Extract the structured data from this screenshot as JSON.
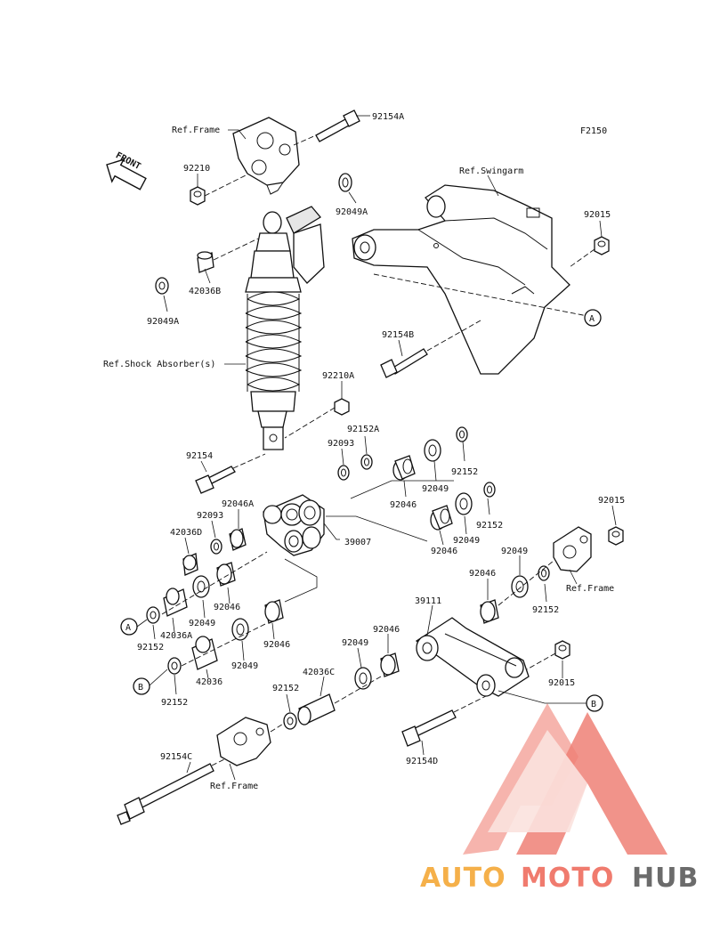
{
  "diagram_code": "F2150",
  "front_label": "FRONT",
  "watermark": {
    "word_a": "AUTO",
    "word_b": "MOTO",
    "word_c": "HUB",
    "color_a": "#f5b04a",
    "color_b": "#f07b6e",
    "color_c": "#6b6b6b"
  },
  "labels": {
    "ref_frame_top": "Ref.Frame",
    "p92154A": "92154A",
    "p92210": "92210",
    "p92049A_top": "92049A",
    "ref_swingarm": "Ref.Swingarm",
    "p92015_top": "92015",
    "p42036B": "42036B",
    "p92049A_left": "92049A",
    "p92154B": "92154B",
    "ref_shock": "Ref.Shock Absorber(s)",
    "p92210A": "92210A",
    "p92152A": "92152A",
    "p92093_top": "92093",
    "p92154": "92154",
    "p92152_r1": "92152",
    "p92049_r1": "92049",
    "p92046_r1": "92046",
    "p92046A": "92046A",
    "p92093_left": "92093",
    "p92152_r2": "92152",
    "p92015_right": "92015",
    "p42036D": "42036D",
    "p39007": "39007",
    "p92049_r2": "92049",
    "p92046_r2": "92046",
    "p92049_r3": "92049",
    "ref_frame_right": "Ref.Frame",
    "p92046_c1": "92046",
    "p92152_r3": "92152",
    "p92046_left": "92046",
    "p39111": "39111",
    "p92049_l1": "92049",
    "p42036A": "42036A",
    "p92152_l1": "92152",
    "p92046_c2": "92046",
    "p92046_c3": "92046",
    "p92049_c2": "92049",
    "p92049_l2": "92049",
    "p42036": "42036",
    "p42036C": "42036C",
    "p92015_bottom": "92015",
    "p92152_l2": "92152",
    "p92152_c": "92152",
    "p92154C": "92154C",
    "p92154D": "92154D",
    "ref_frame_bottom": "Ref.Frame",
    "callout_A1": "A",
    "callout_A2": "A",
    "callout_B1": "B",
    "callout_B2": "B"
  }
}
